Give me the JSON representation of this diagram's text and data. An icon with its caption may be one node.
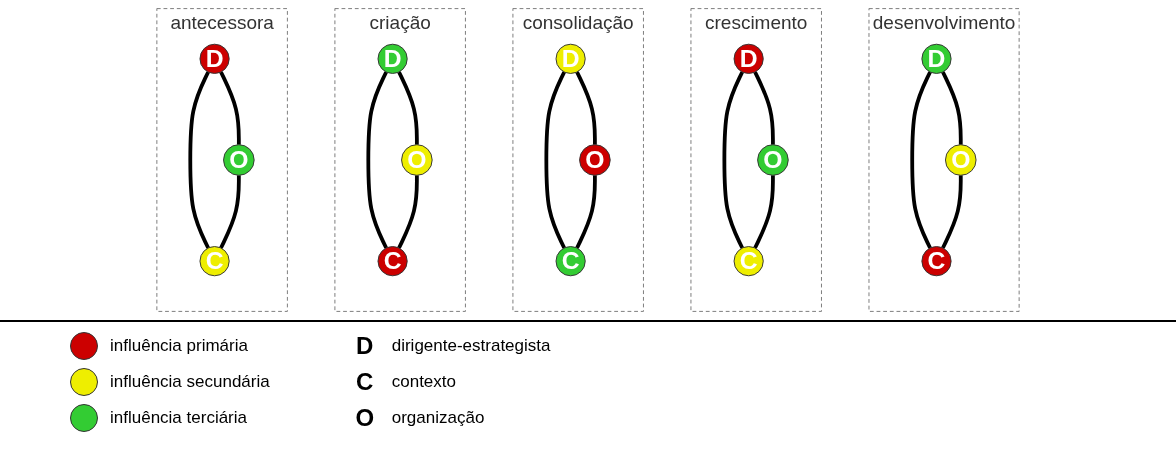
{
  "diagram": {
    "nodes": [
      {
        "text": [
          "antecessora"
        ]
      },
      {
        "text": [
          "D"
        ],
        "in": 0
      },
      {
        "text": [
          "O"
        ],
        "in": 0
      },
      {
        "text": [
          "C"
        ],
        "in": 0
      },
      {
        "text": [
          "criação"
        ]
      },
      {
        "text": [
          "D"
        ],
        "in": 4
      },
      {
        "text": [
          "O"
        ],
        "in": 4
      },
      {
        "text": [
          "C"
        ],
        "in": 4
      },
      {
        "text": [
          "consolidação"
        ]
      },
      {
        "text": [
          "D"
        ],
        "in": 8
      },
      {
        "text": [
          "O"
        ],
        "in": 8
      },
      {
        "text": [
          "C"
        ],
        "in": 8
      },
      {
        "text": [
          "crescimento"
        ]
      },
      {
        "text": [
          "D"
        ],
        "in": 12
      },
      {
        "text": [
          "O"
        ],
        "in": 12
      },
      {
        "text": [
          "C"
        ],
        "in": 12
      },
      {
        "text": [
          "desenvolvimento"
        ]
      },
      {
        "text": [
          "D"
        ],
        "in": 16
      },
      {
        "text": [
          "O"
        ],
        "in": 16
      },
      {
        "text": [
          "C"
        ],
        "in": 16
      }
    ],
    "edges": [
      {
        "from": 1,
        "to": 2,
        "arrow": "none"
      },
      {
        "from": 1,
        "to": 3,
        "arrow": "none"
      },
      {
        "from": 2,
        "to": 3,
        "arrow": "none"
      },
      {
        "from": 5,
        "to": 6,
        "arrow": "none"
      },
      {
        "from": 5,
        "to": 7,
        "arrow": "none"
      },
      {
        "from": 6,
        "to": 7,
        "arrow": "none"
      },
      {
        "from": 9,
        "to": 10,
        "arrow": "none"
      },
      {
        "from": 9,
        "to": 11,
        "arrow": "none"
      },
      {
        "from": 10,
        "to": 11,
        "arrow": "none"
      },
      {
        "from": 13,
        "to": 14,
        "arrow": "none"
      },
      {
        "from": 13,
        "to": 15,
        "arrow": "none"
      },
      {
        "from": 14,
        "to": 15,
        "arrow": "none"
      },
      {
        "from": 17,
        "to": 18,
        "arrow": "none"
      },
      {
        "from": 17,
        "to": 19,
        "arrow": "none"
      },
      {
        "from": 18,
        "to": 19,
        "arrow": "none"
      }
    ],
    "labels": [
      "D",
      "C",
      "O"
    ],
    "legend": [
      {
        "text": "influência primária",
        "color": "#cc0000"
      },
      {
        "text": "influência secundária",
        "color": "#eeee00"
      },
      {
        "text": "influência terciária",
        "color": "#33cc33"
      },
      {
        "text": "dirigente-estrategista"
      },
      {
        "text": "contexto"
      },
      {
        "text": "organização"
      }
    ]
  }
}
